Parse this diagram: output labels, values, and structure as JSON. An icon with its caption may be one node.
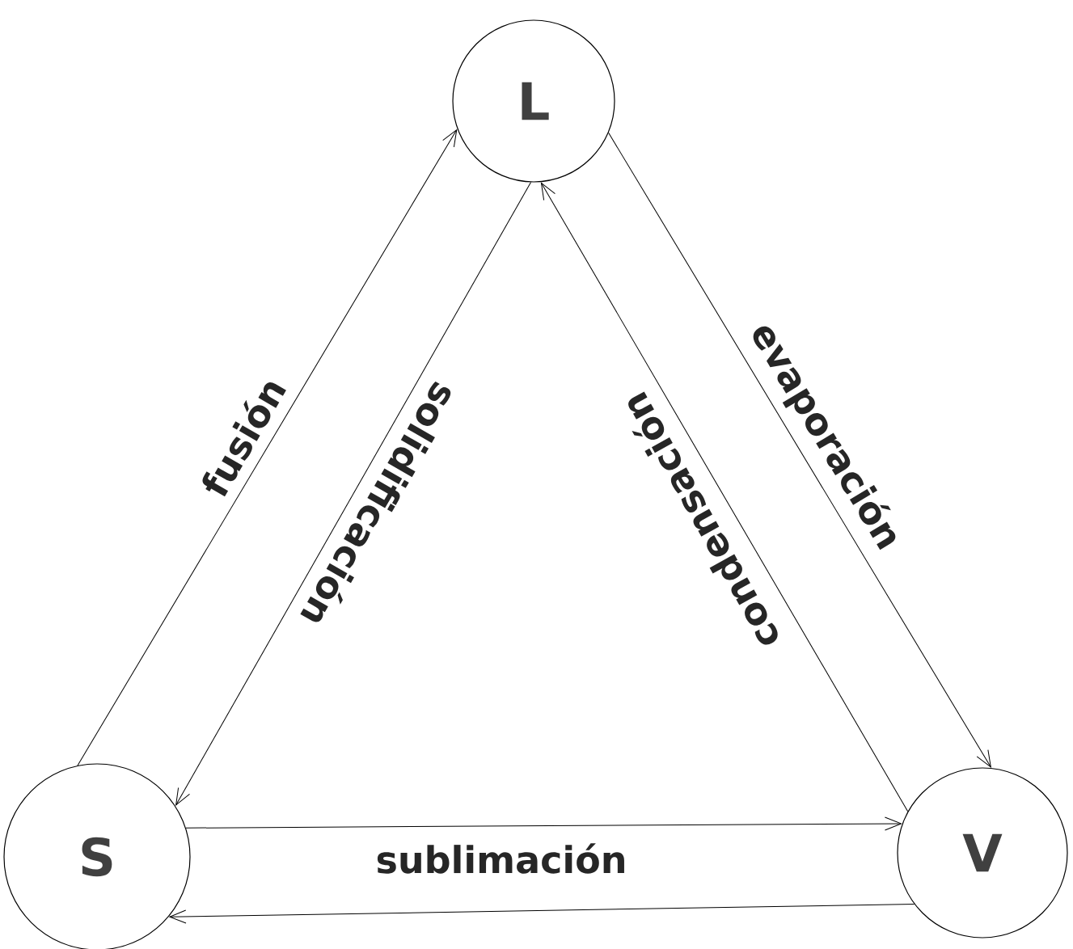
{
  "diagram": {
    "nodes": [
      {
        "text": [
          "L"
        ]
      },
      {
        "text": [
          "S"
        ]
      },
      {
        "text": [
          "V"
        ]
      }
    ],
    "edges": [
      {
        "from": 1,
        "to": 0,
        "arrow": "to",
        "label": "fusión"
      },
      {
        "from": 0,
        "to": 1,
        "arrow": "to",
        "label": "solidificación"
      },
      {
        "from": 0,
        "to": 2,
        "arrow": "to",
        "label": "evaporación"
      },
      {
        "from": 2,
        "to": 0,
        "arrow": "to",
        "label": "condensación"
      },
      {
        "from": 1,
        "to": 2,
        "arrow": "to",
        "label": "sublimación"
      },
      {
        "from": 2,
        "to": 1,
        "arrow": "to"
      }
    ]
  }
}
